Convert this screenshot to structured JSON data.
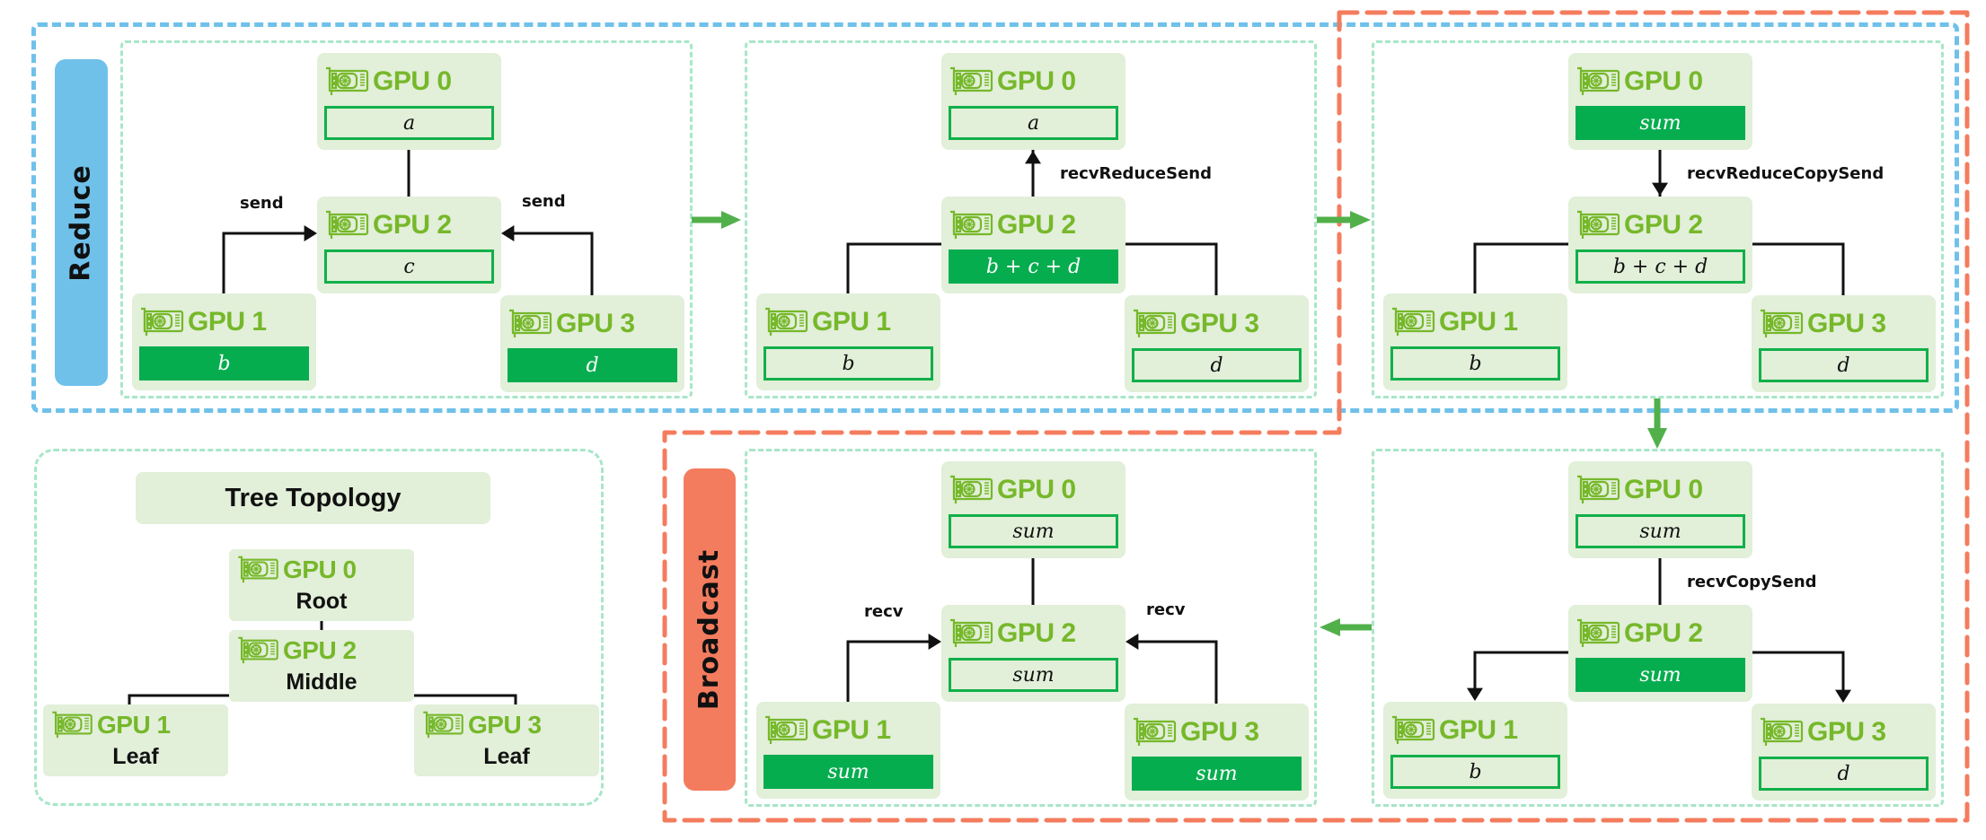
{
  "phases": {
    "reduce": "Reduce",
    "broadcast": "Broadcast"
  },
  "colors": {
    "reduce_frame": "#6fc1ea",
    "broadcast_frame": "#f47c5e",
    "panel_border": "#a8e6c8",
    "card_bg": "#e2efd9",
    "gpu_green": "#76b82a",
    "value_highlight": "#06ad4f",
    "flow_arrow": "#52b04a"
  },
  "gpu_icon": "gpu-card-icon",
  "panels": [
    {
      "id": "reduce-step-1",
      "gpus": [
        {
          "name": "GPU 0",
          "value": "a",
          "highlight": false
        },
        {
          "name": "GPU 2",
          "value": "c",
          "highlight": false
        },
        {
          "name": "GPU 1",
          "value": "b",
          "highlight": true
        },
        {
          "name": "GPU 3",
          "value": "d",
          "highlight": true
        }
      ],
      "ops": {
        "left": "send",
        "right": "send"
      }
    },
    {
      "id": "reduce-step-2",
      "gpus": [
        {
          "name": "GPU 0",
          "value": "a",
          "highlight": false
        },
        {
          "name": "GPU 2",
          "value": "b + c + d",
          "highlight": true
        },
        {
          "name": "GPU 1",
          "value": "b",
          "highlight": false
        },
        {
          "name": "GPU 3",
          "value": "d",
          "highlight": false
        }
      ],
      "ops": {
        "up": "recvReduceSend"
      }
    },
    {
      "id": "reduce-step-3",
      "gpus": [
        {
          "name": "GPU 0",
          "value": "sum",
          "highlight": true
        },
        {
          "name": "GPU 2",
          "value": "b + c + d",
          "highlight": false
        },
        {
          "name": "GPU 1",
          "value": "b",
          "highlight": false
        },
        {
          "name": "GPU 3",
          "value": "d",
          "highlight": false
        }
      ],
      "ops": {
        "down": "recvReduceCopySend"
      }
    },
    {
      "id": "broadcast-step-1",
      "gpus": [
        {
          "name": "GPU 0",
          "value": "sum",
          "highlight": false
        },
        {
          "name": "GPU 2",
          "value": "sum",
          "highlight": true
        },
        {
          "name": "GPU 1",
          "value": "b",
          "highlight": false
        },
        {
          "name": "GPU 3",
          "value": "d",
          "highlight": false
        }
      ],
      "ops": {
        "down": "recvCopySend"
      }
    },
    {
      "id": "broadcast-step-2",
      "gpus": [
        {
          "name": "GPU 0",
          "value": "sum",
          "highlight": false
        },
        {
          "name": "GPU 2",
          "value": "sum",
          "highlight": false
        },
        {
          "name": "GPU 1",
          "value": "sum",
          "highlight": true
        },
        {
          "name": "GPU 3",
          "value": "sum",
          "highlight": true
        }
      ],
      "ops": {
        "left": "recv",
        "right": "recv"
      }
    }
  ],
  "tree": {
    "title": "Tree Topology",
    "nodes": [
      {
        "name": "GPU 0",
        "role": "Root"
      },
      {
        "name": "GPU 2",
        "role": "Middle"
      },
      {
        "name": "GPU 1",
        "role": "Leaf"
      },
      {
        "name": "GPU 3",
        "role": "Leaf"
      }
    ]
  }
}
